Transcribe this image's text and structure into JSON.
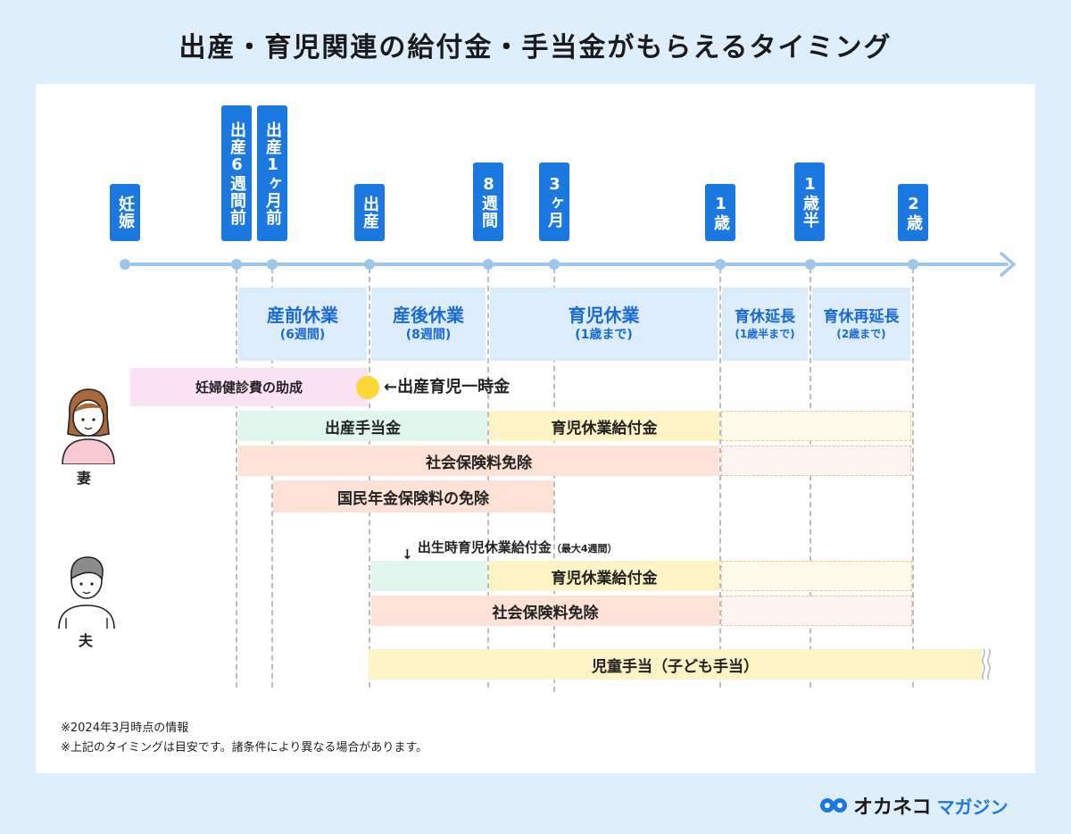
{
  "title": "出産・育児関連の給付金・手当金がもらえるタイミング",
  "milestones": [
    {
      "key": "pregnancy",
      "label": "妊娠"
    },
    {
      "key": "six-weeks-before",
      "label": "出産6週間前"
    },
    {
      "key": "one-month-before",
      "label": "出産1ヶ月前"
    },
    {
      "key": "birth",
      "label": "出産"
    },
    {
      "key": "eight-weeks",
      "label": "8週間"
    },
    {
      "key": "three-months",
      "label": "3ヶ月"
    },
    {
      "key": "one-year",
      "label": "1歳"
    },
    {
      "key": "one-and-half-years",
      "label": "1歳半"
    },
    {
      "key": "two-years",
      "label": "2歳"
    }
  ],
  "periods": {
    "prenatal": {
      "name": "産前休業",
      "sub": "(6週間)"
    },
    "postnatal": {
      "name": "産後休業",
      "sub": "(8週間)"
    },
    "childcare": {
      "name": "育児休業",
      "sub": "(1歳まで)"
    },
    "extension": {
      "name": "育休延長",
      "sub": "(1歳半まで)"
    },
    "reextension": {
      "name": "育休再延長",
      "sub": "(2歳まで)"
    }
  },
  "wife": {
    "label": "妻",
    "checkup_subsidy": "妊婦健診費の助成",
    "lump_sum": "←出産育児一時金",
    "maternity_allowance": "出産手当金",
    "childcare_benefit": "育児休業給付金",
    "social_insurance": "社会保険料免除",
    "pension_exemption": "国民年金保険料の免除"
  },
  "husband": {
    "label": "夫",
    "postnatal_leave_benefit": "出生時育児休業給付金",
    "postnatal_leave_note": "（最大4週間）",
    "childcare_benefit": "育児休業給付金",
    "social_insurance": "社会保険料免除"
  },
  "child_allowance": "児童手当（子ども手当）",
  "notes": [
    "※2024年3月時点の情報",
    "※上記のタイミングは目安です。諸条件により異なる場合があります。"
  ],
  "brand": {
    "name": "オカネコ",
    "suffix": "マガジン",
    "color": "#1a78e0"
  }
}
